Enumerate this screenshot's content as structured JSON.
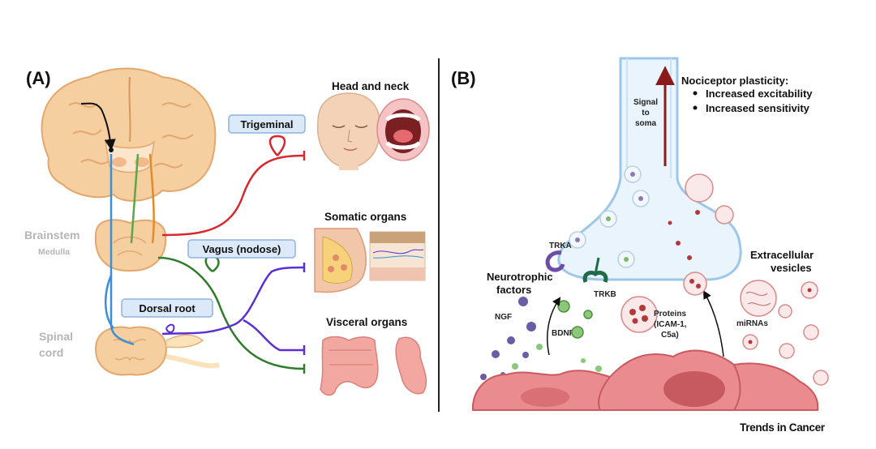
{
  "panel_a": {
    "label": "(A)",
    "brainstem": "Brainstem",
    "medulla": "Medulla",
    "spinal_cord_line1": "Spinal",
    "spinal_cord_line2": "cord",
    "nerves": {
      "trigeminal": "Trigeminal",
      "vagus": "Vagus (nodose)",
      "dorsal_root": "Dorsal root"
    },
    "organs": {
      "head_and_neck": "Head and neck",
      "somatic": "Somatic organs",
      "visceral": "Visceral organs"
    },
    "colors": {
      "trigeminal": "#d9272e",
      "vagus": "#2f7d2a",
      "dorsal_root": "#5b2fd6",
      "brain_tissue": "#f6cfa0",
      "label_box": "#dce9f8"
    }
  },
  "panel_b": {
    "label": "(B)",
    "signal_line1": "Signal",
    "signal_line2": "to",
    "signal_line3": "soma",
    "plasticity_title": "Nociceptor plasticity:",
    "plasticity_items": [
      "Increased excitability",
      "Increased sensitivity"
    ],
    "trka": "TRKA",
    "trkb": "TRKB",
    "neurotrophic_line1": "Neurotrophic",
    "neurotrophic_line2": "factors",
    "ngf": "NGF",
    "bdnf": "BDNF",
    "proteins_line1": "Proteins",
    "proteins_line2": "(ICAM-1,",
    "proteins_line3": "C5a)",
    "ev_line1": "Extracellular",
    "ev_line2": "vesicles",
    "mirnas": "miRNAs",
    "colors": {
      "neuron": "#eaf4fc",
      "tumor": "#e98b8f",
      "ngf_dot": "#6b5ca8",
      "bdnf_dot": "#8bc87a",
      "signal_arrow": "#8b1a1a"
    }
  },
  "footer": "Trends in Cancer"
}
